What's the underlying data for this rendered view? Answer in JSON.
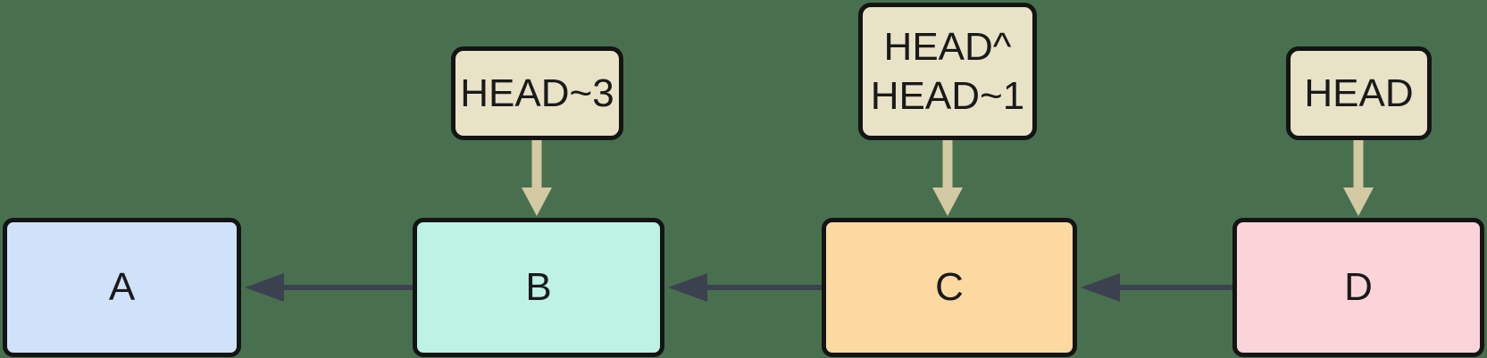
{
  "diagram": {
    "type": "git-commit-graph",
    "background_color": "#48704f",
    "colors": {
      "node_border": "#141414",
      "text": "#1a1a1a",
      "commit_edge_arrow": "#3c4150",
      "ref_arrow": "#d3c9a3",
      "ref_fill": "#e8e2c7",
      "commit_a_fill": "#d0e1fa",
      "commit_b_fill": "#bdf2e4",
      "commit_c_fill": "#fcd9a1",
      "commit_d_fill": "#fbd4da"
    },
    "commits": [
      {
        "id": "A",
        "label": "A"
      },
      {
        "id": "B",
        "label": "B"
      },
      {
        "id": "C",
        "label": "C"
      },
      {
        "id": "D",
        "label": "D"
      }
    ],
    "edges": [
      {
        "from": "B",
        "to": "A",
        "direction": "left"
      },
      {
        "from": "C",
        "to": "B",
        "direction": "left"
      },
      {
        "from": "D",
        "to": "C",
        "direction": "left"
      }
    ],
    "refs": [
      {
        "points_to": "B",
        "lines": [
          "HEAD~3"
        ]
      },
      {
        "points_to": "C",
        "lines": [
          "HEAD^",
          "HEAD~1"
        ]
      },
      {
        "points_to": "D",
        "lines": [
          "HEAD"
        ]
      }
    ]
  }
}
